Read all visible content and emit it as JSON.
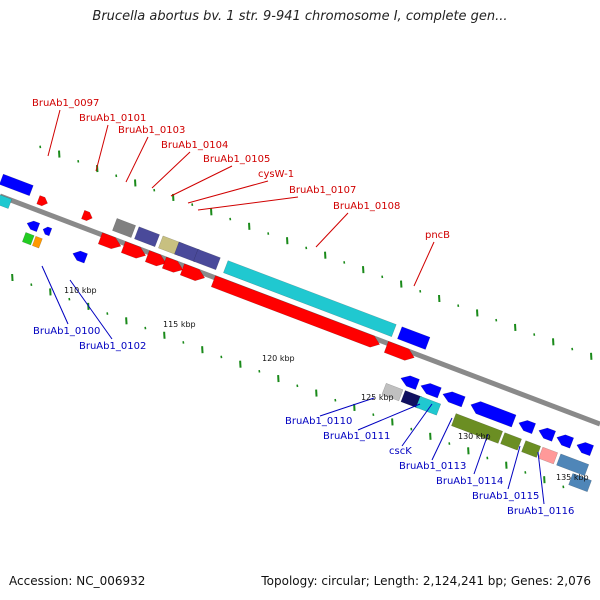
{
  "title": "Brucella abortus bv. 1 str. 9-941 chromosome I, complete gen...",
  "footer": {
    "accession": "Accession: NC_006932",
    "topology": "Topology: circular; Length: 2,124,241 bp; Genes: 2,076"
  },
  "colors": {
    "label_forward": "#d00000",
    "label_reverse": "#0000c0",
    "backbone": "#8a8a8a",
    "cds_red": "#ff0000",
    "cds_blue": "#0000ff",
    "cds_cyan": "#20c8d0",
    "cds_slate": "#4a4a9a",
    "cds_khaki": "#c8c080",
    "cds_gray": "#808080",
    "cds_olive": "#6b8e23",
    "cds_green": "#22cc22",
    "cds_orange": "#ff9900",
    "cds_pink": "#ff9999",
    "cds_steel": "#4f86b8",
    "tick_green": "#1a8a1a"
  },
  "scale_labels": [
    "110 kbp",
    "115 kbp",
    "120 kbp",
    "125 kbp",
    "130 kbp",
    "135 kbp"
  ],
  "forward_labels": [
    "BruAb1_0097",
    "BruAb1_0101",
    "BruAb1_0103",
    "BruAb1_0104",
    "BruAb1_0105",
    "cysW-1",
    "BruAb1_0107",
    "BruAb1_0108",
    "pncB"
  ],
  "reverse_labels": [
    "BruAb1_0100",
    "BruAb1_0102",
    "BruAb1_0110",
    "BruAb1_0111",
    "cscK",
    "BruAb1_0113",
    "BruAb1_0114",
    "BruAb1_0115",
    "BruAb1_0116"
  ]
}
